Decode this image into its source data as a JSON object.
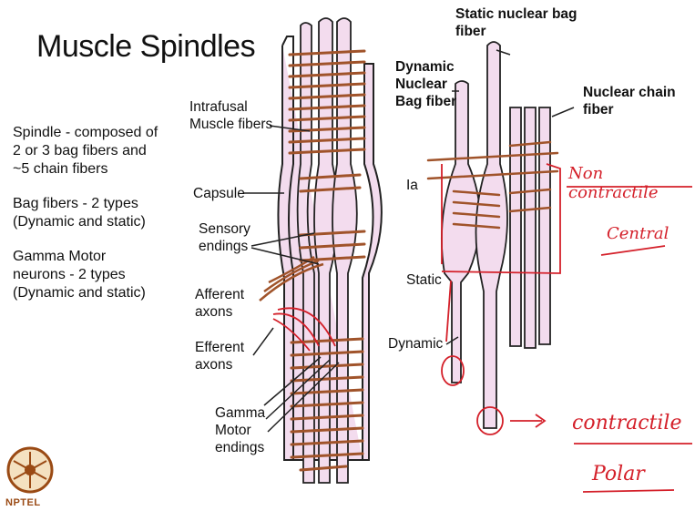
{
  "slide": {
    "title": "Muscle Spindles",
    "bullets": [
      {
        "lines": [
          "Spindle - composed of",
          "2 or 3 bag fibers and",
          "~5 chain fibers"
        ]
      },
      {
        "lines": [
          "Bag fibers - 2 types",
          "(Dynamic and static)"
        ]
      },
      {
        "lines": [
          "Gamma Motor",
          "neurons - 2 types",
          "(Dynamic and static)"
        ]
      }
    ]
  },
  "diagram_left": {
    "intrafusal": [
      "Intrafusal",
      "Muscle fibers"
    ],
    "capsule": "Capsule",
    "sensory": [
      "Sensory",
      "endings"
    ],
    "afferent": [
      "Afferent",
      "axons"
    ],
    "efferent": [
      "Efferent",
      "axons"
    ],
    "gamma": [
      "Gamma",
      "Motor",
      "endings"
    ]
  },
  "diagram_right": {
    "static_bag": [
      "Static nuclear bag",
      "fiber"
    ],
    "dynamic_bag": [
      "Dynamic",
      "Nuclear",
      "Bag fiber"
    ],
    "chain": [
      "Nuclear chain",
      "fiber"
    ],
    "ia": "Ia",
    "static": "Static",
    "dynamic": "Dynamic"
  },
  "annotations": {
    "noncontractile": "Non contractile",
    "central": "Central",
    "contractile": "contractile",
    "polar": "Polar"
  },
  "logo": {
    "name": "nptel-logo",
    "text": "NPTEL"
  },
  "colors": {
    "fiber_fill": "#f3dcee",
    "stripe": "#a0532a",
    "red": "#d4202a",
    "outline": "#222222"
  }
}
